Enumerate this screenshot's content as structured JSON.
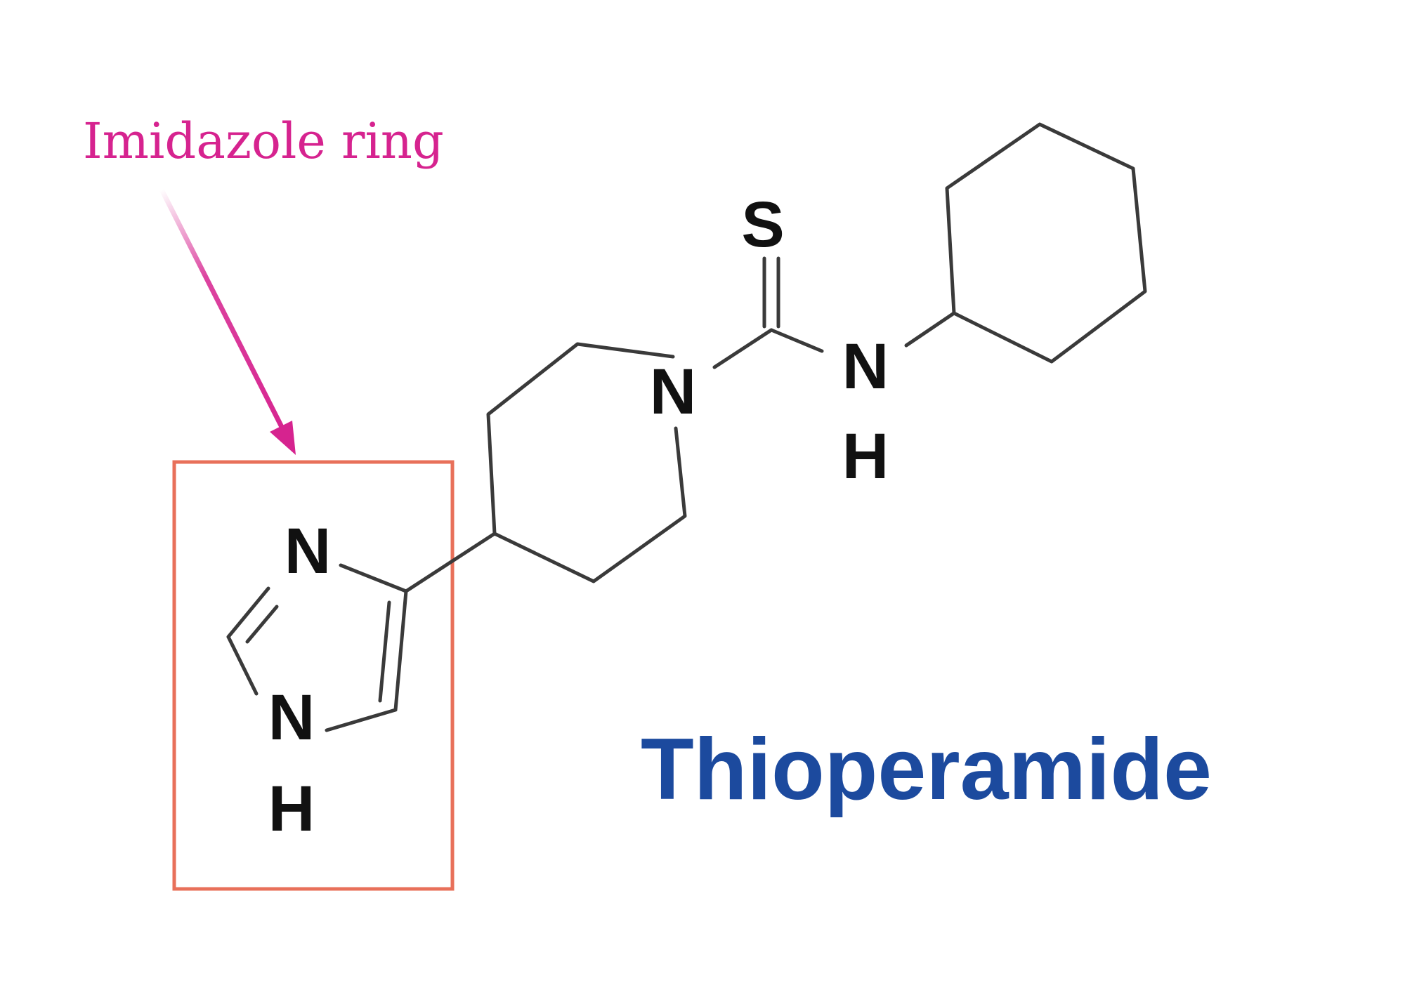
{
  "annotation": {
    "label": "Imidazole ring",
    "color": "#d6238f",
    "box_color": "#e8705a"
  },
  "compound_name": "Thioperamide",
  "compound_color": "#1c4a9e",
  "atoms": {
    "thione_s": "S",
    "piperidine_n": "N",
    "thioamide_n": "N",
    "thioamide_h": "H",
    "imidazole_n3": "N",
    "imidazole_n1": "N",
    "imidazole_h": "H"
  }
}
